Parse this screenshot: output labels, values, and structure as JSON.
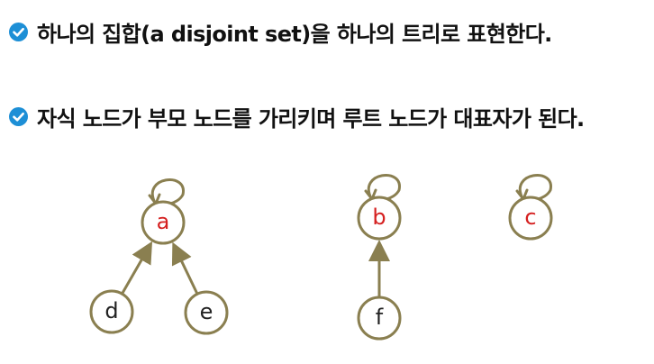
{
  "bullets": [
    {
      "text": "하나의 집합(a disjoint set)을 하나의 트리로 표현한다.",
      "icon": "check-circle-icon"
    },
    {
      "text": "자식 노드가 부모 노드를 가리키며 루트 노드가 대표자가 된다.",
      "icon": "check-circle-icon"
    }
  ],
  "colors": {
    "accent": "#1d8fd6",
    "edge": "#8a7f50",
    "root_label": "#d52020",
    "child_label": "#222222",
    "text": "#111111"
  },
  "diagram": {
    "nodes": [
      {
        "id": "a",
        "label": "a",
        "is_root": true
      },
      {
        "id": "b",
        "label": "b",
        "is_root": true
      },
      {
        "id": "c",
        "label": "c",
        "is_root": true
      },
      {
        "id": "d",
        "label": "d",
        "is_root": false
      },
      {
        "id": "e",
        "label": "e",
        "is_root": false
      },
      {
        "id": "f",
        "label": "f",
        "is_root": false
      }
    ],
    "edges": [
      {
        "from": "d",
        "to": "a"
      },
      {
        "from": "e",
        "to": "a"
      },
      {
        "from": "f",
        "to": "b"
      }
    ],
    "self_loops": [
      "a",
      "b",
      "c"
    ]
  }
}
